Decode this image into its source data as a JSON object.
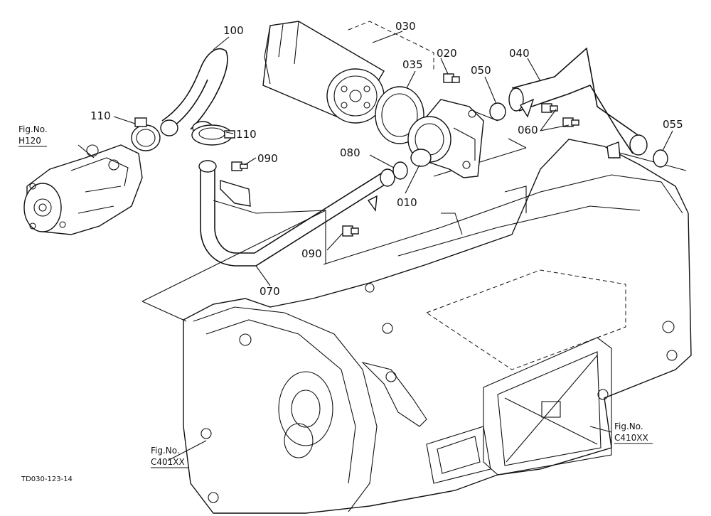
{
  "parts": [
    {
      "id": "p100",
      "label": "100"
    },
    {
      "id": "p110a",
      "label": "110"
    },
    {
      "id": "p110b",
      "label": "110"
    },
    {
      "id": "p030",
      "label": "030"
    },
    {
      "id": "p035",
      "label": "035"
    },
    {
      "id": "p020",
      "label": "020"
    },
    {
      "id": "p050",
      "label": "050"
    },
    {
      "id": "p040",
      "label": "040"
    },
    {
      "id": "p060",
      "label": "060"
    },
    {
      "id": "p055",
      "label": "055"
    },
    {
      "id": "p090a",
      "label": "090"
    },
    {
      "id": "p080",
      "label": "080"
    },
    {
      "id": "p010",
      "label": "010"
    },
    {
      "id": "p090b",
      "label": "090"
    },
    {
      "id": "p070",
      "label": "070"
    }
  ],
  "fig_refs": {
    "h120": {
      "title": "Fig.No.",
      "code": "H120"
    },
    "c401": {
      "title": "Fig.No.",
      "code": "C401XX"
    },
    "c410": {
      "title": "Fig.No.",
      "code": "C410XX"
    }
  },
  "drawing_code": "TD030-123-14"
}
